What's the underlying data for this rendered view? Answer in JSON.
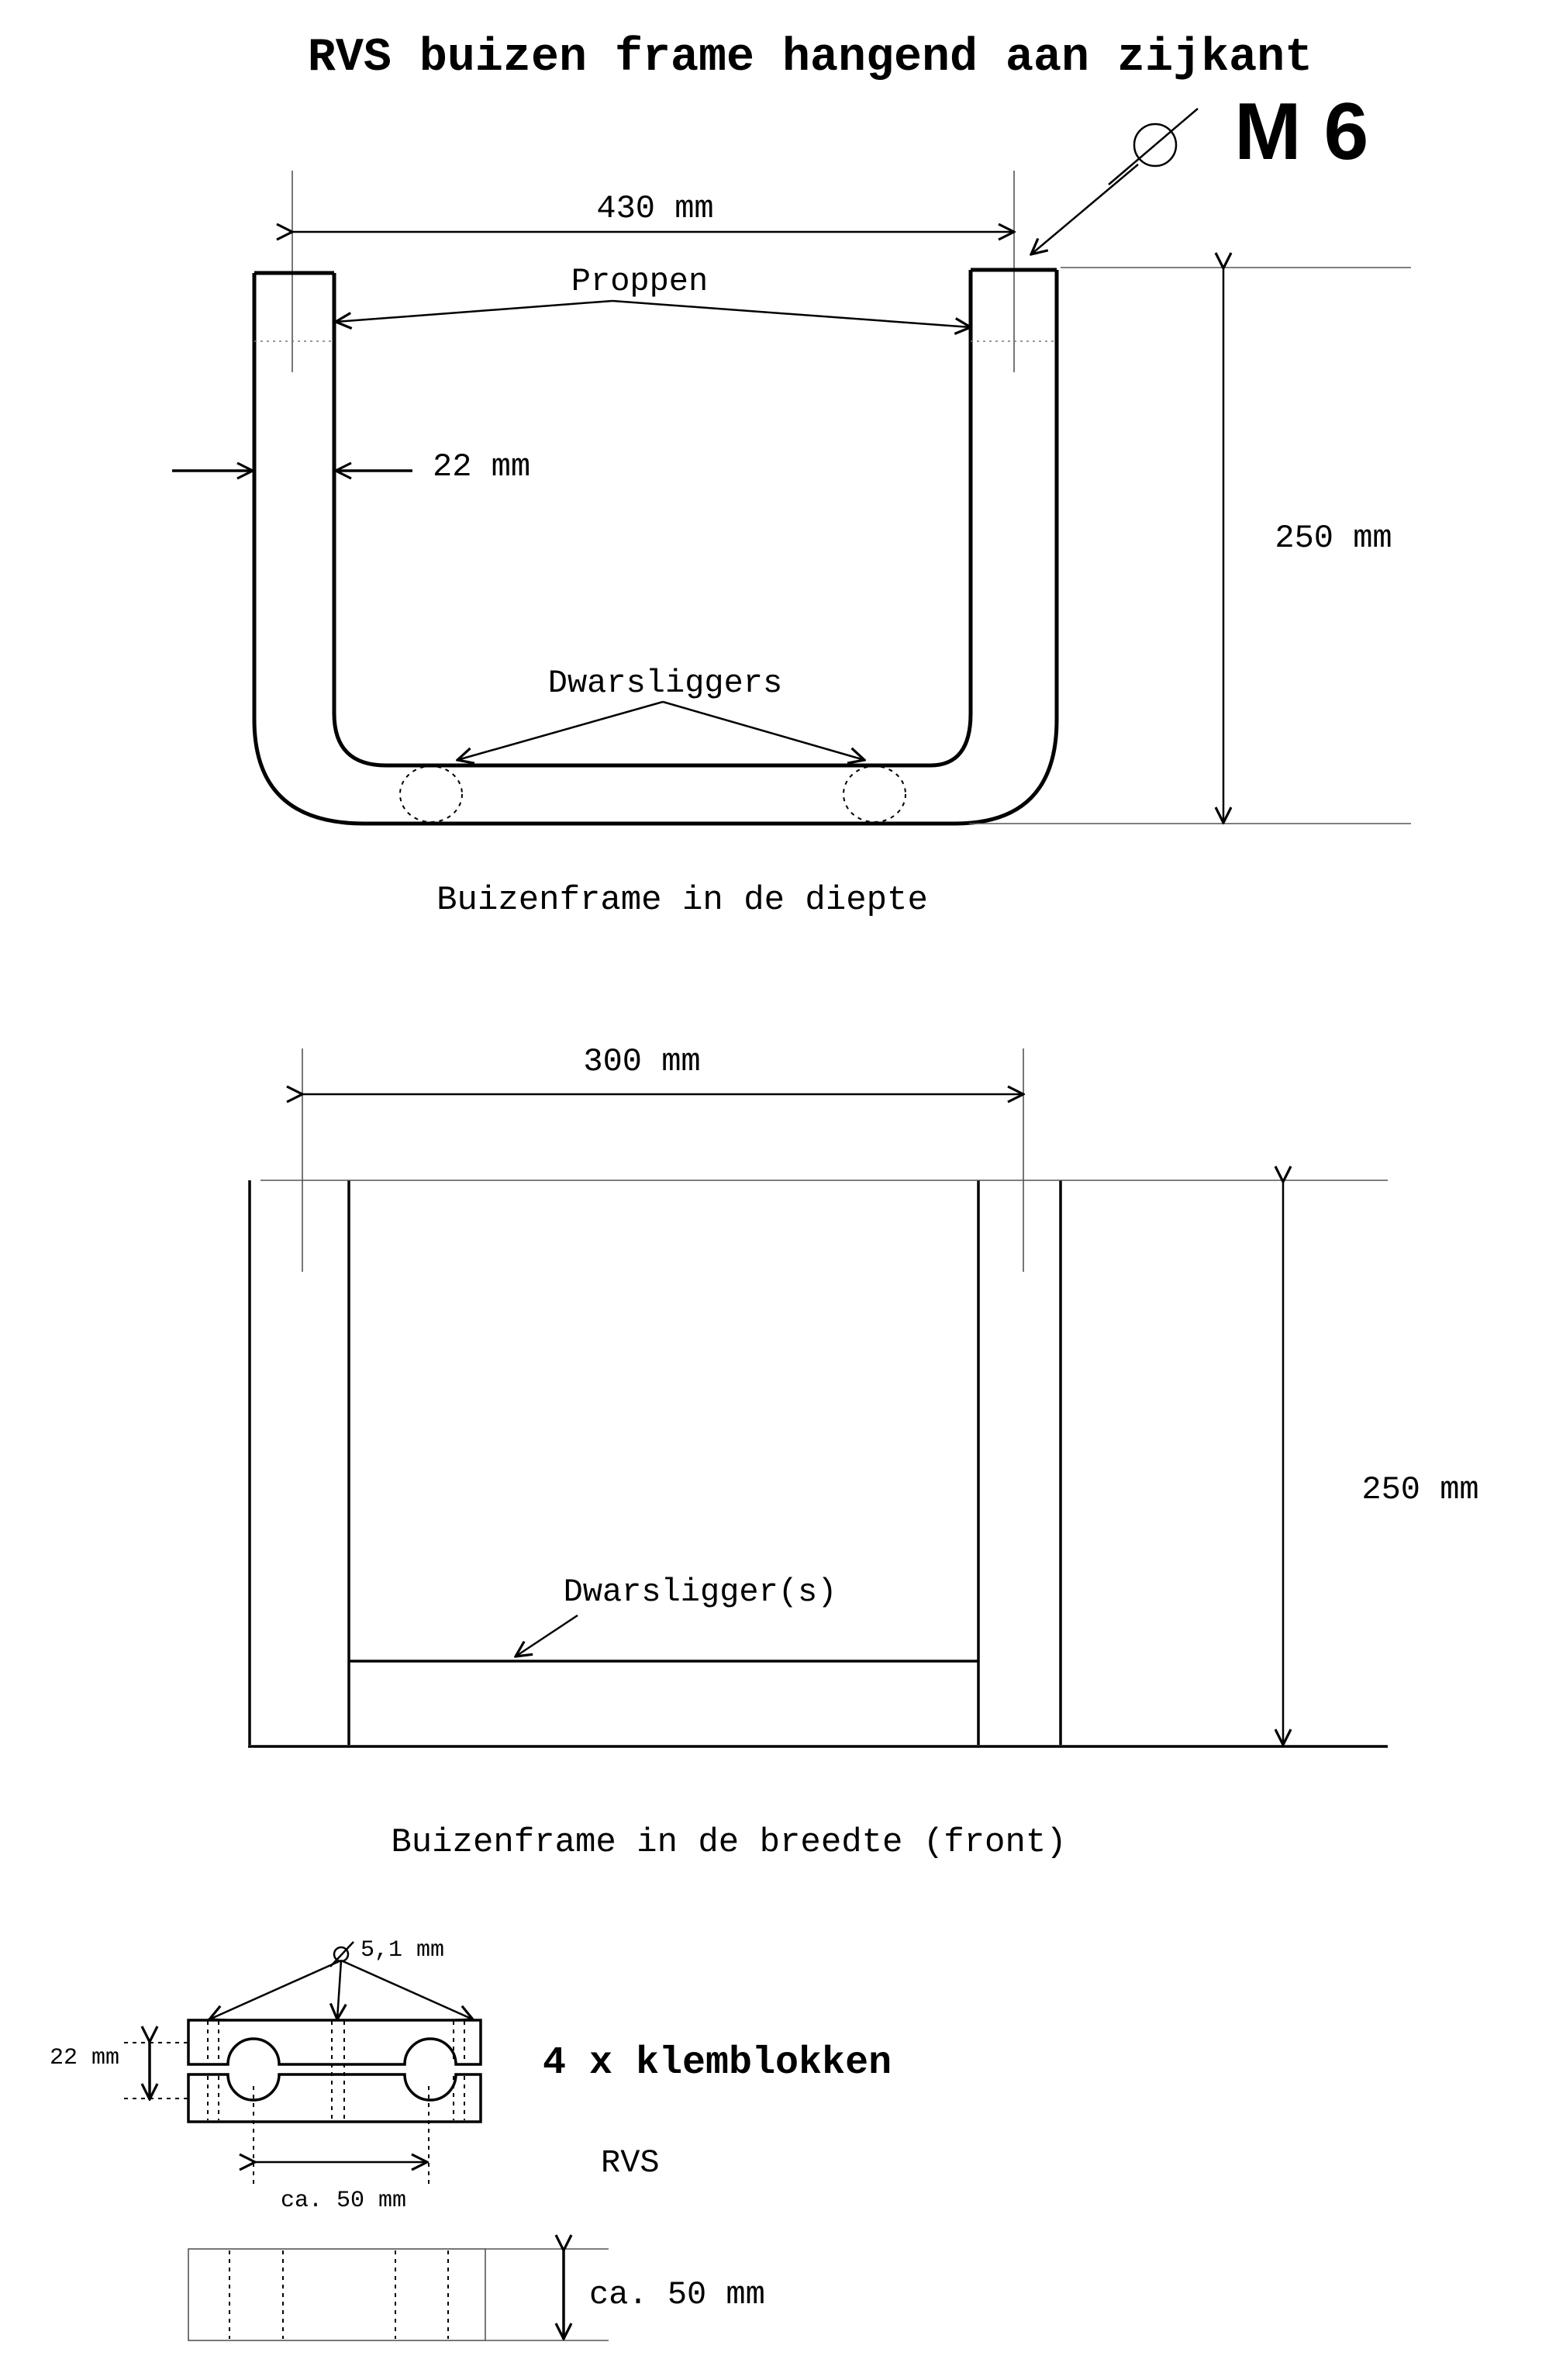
{
  "title": "RVS buizen frame hangend aan zijkant",
  "thread_label": "M 6",
  "depth_view": {
    "width_dim": "430 mm",
    "plugs_label": "Proppen",
    "tube_dim": "22 mm",
    "height_dim": "250 mm",
    "crossbars_label": "Dwarsliggers",
    "caption": "Buizenframe in de diepte"
  },
  "front_view": {
    "width_dim": "300 mm",
    "height_dim": "250 mm",
    "crossbar_label": "Dwarsligger(s)",
    "caption": "Buizenframe in de breedte (front)"
  },
  "clamp_block": {
    "hole_dim": "5,1 mm",
    "height_dim": "22 mm",
    "count_label": "4 x klemblokken",
    "material": "RVS",
    "spacing_dim": "ca. 50 mm",
    "length_dim": "ca. 50 mm"
  },
  "colors": {
    "ink": "#000000",
    "paper": "#ffffff",
    "guide": "#555555"
  }
}
